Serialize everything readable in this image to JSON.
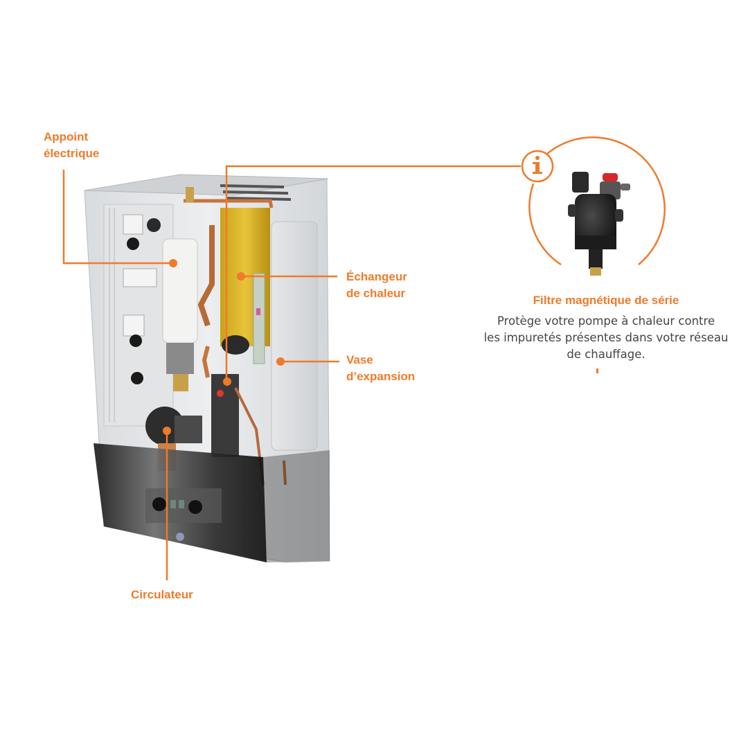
{
  "colors": {
    "accent": "#f07a2a",
    "body_text": "#444444",
    "background": "#ffffff"
  },
  "callouts": [
    {
      "id": "appoint",
      "lines": [
        "Appoint",
        "électrique"
      ]
    },
    {
      "id": "echangeur",
      "lines": [
        "Échangeur",
        "de chaleur"
      ]
    },
    {
      "id": "vase",
      "lines": [
        "Vase",
        "d’expansion"
      ]
    },
    {
      "id": "circulateur",
      "lines": [
        "Circulateur"
      ]
    }
  ],
  "info_panel": {
    "icon": "info-icon",
    "title": "Filtre magnétique de série",
    "description_lines": [
      "Protège votre pompe à chaleur contre",
      "les impuretés présentes dans votre réseau",
      "de chauffage."
    ]
  },
  "illustration": {
    "subject": "heat-pump-indoor-unit-cutaway",
    "inset": "magnetic-filter"
  }
}
